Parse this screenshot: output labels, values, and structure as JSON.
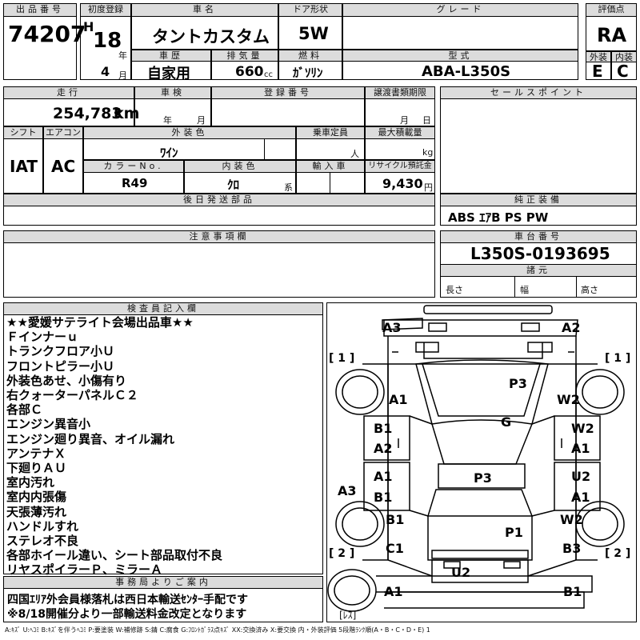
{
  "headers": {
    "lot_no": "出品番号",
    "reg_first": "初度登録",
    "car_name": "車名",
    "door": "ドア形状",
    "grade": "グレード",
    "score": "評価点",
    "history": "車歴",
    "displacement": "排気量",
    "fuel": "燃料",
    "model_type": "型式",
    "exterior": "外装",
    "interior": "内装",
    "mileage": "走行",
    "inspection": "車検",
    "reg_no": "登録番号",
    "transfer_doc": "譲渡書類期限",
    "sales_point": "セールスポイント",
    "shift": "シフト",
    "aircon": "エアコン",
    "ext_color": "外装色",
    "capacity": "乗車定員",
    "max_load": "最大積載量",
    "color_no": "カラーNo.",
    "int_color": "内装色",
    "import": "輸入車",
    "recycle": "リサイクル預託金",
    "later_parts": "後日発送部品",
    "genuine": "純正装備",
    "caution": "注意事項欄",
    "chassis": "車台番号",
    "specs": "諸元",
    "inspector": "検査員記入欄",
    "office": "事務局よりご案内"
  },
  "vehicle": {
    "lot_no": "74207",
    "era": "H",
    "year": "18",
    "year_unit": "年",
    "month": "4",
    "month_unit": "月",
    "name": "タントカスタム",
    "door": "5W",
    "grade": "",
    "score": "RA",
    "history": "自家用",
    "displacement": "660",
    "displacement_unit": "cc",
    "fuel": "ｶﾞｿﾘﾝ",
    "model_type": "ABA-L350S",
    "exterior_grade": "E",
    "interior_grade": "C",
    "mileage": "254,783",
    "mileage_unit": "km",
    "inspection_year_unit": "年",
    "inspection_month_unit": "月",
    "transfer_month_unit": "月",
    "transfer_day_unit": "日",
    "shift": "IAT",
    "aircon": "AC",
    "ext_color": "ﾜｲﾝ",
    "capacity_unit": "人",
    "max_load_unit": "kg",
    "color_no": "R49",
    "int_color": "ｸﾛ",
    "int_color_unit": "系",
    "recycle": "9,430",
    "recycle_unit": "円",
    "genuine": "ABS ｴｱB PS PW",
    "chassis": "L350S-0193695",
    "spec_length": "長さ",
    "spec_width": "幅",
    "spec_height": "高さ"
  },
  "inspector_notes": [
    "★★愛媛サテライト会場出品車★★",
    "Ｆインナーｕ",
    "トランクフロア小Ｕ",
    "フロントピラー小Ｕ",
    "外装色あせ、小傷有り",
    "右クォーターパネルＣ２",
    "各部Ｃ",
    "エンジン異音小",
    "エンジン廻り異音、オイル漏れ",
    "アンテナＸ",
    "下廻りＡＵ",
    "室内汚れ",
    "室内内張傷",
    "天張薄汚れ",
    "ハンドルすれ",
    "ステレオ不良",
    "各部ホイール違い、シート部品取付不良",
    "リヤスポイラーＰ、ミラーＡ"
  ],
  "office_notes": [
    "四国ｴﾘｱ外会員様落札は西日本輸送ｾﾝﾀｰ手配です",
    "※8/18開催分より一部輸送料金改定となります"
  ],
  "diagram": {
    "labels": {
      "a3_top": "A3",
      "a2_top": "A2",
      "a1_left": "A1",
      "w2_right": "W2",
      "p3_front": "P3",
      "g": "G",
      "b1_l1": "B1",
      "w2_r1": "W2",
      "a2_l": "A2",
      "a1_r1": "A1",
      "a1_l2": "A1",
      "u2_r": "U2",
      "p3_roof": "P3",
      "a3_l": "A3",
      "b1_l2": "B1",
      "a1_r2": "A1",
      "b1_l3": "B1",
      "w2_r2": "W2",
      "p1": "P1",
      "c1": "C1",
      "b3": "B3",
      "u2_bottom": "U2",
      "a1_bl": "A1",
      "b1_br": "B1"
    },
    "bracket_1_left": "[ 1 ]",
    "bracket_1_right": "[ 1 ]",
    "bracket_2_left": "[ 2 ]",
    "bracket_2_right": "[ 2 ]",
    "les": "[ﾚｽ]"
  },
  "legend": "A:ｷｽﾞ U:ﾍｺﾐ B:ｷｽﾞを伴うﾍｺﾐ P:要塗装 W:補修跡 S:錆 C:腐食 G:ﾌﾛﾝﾄｶﾞﾗｽ点ｷｽﾞ XX:交換済み X:要交換 内・外装評価 5段階ﾗﾝｸ順(A・B・C・D・E) 1"
}
